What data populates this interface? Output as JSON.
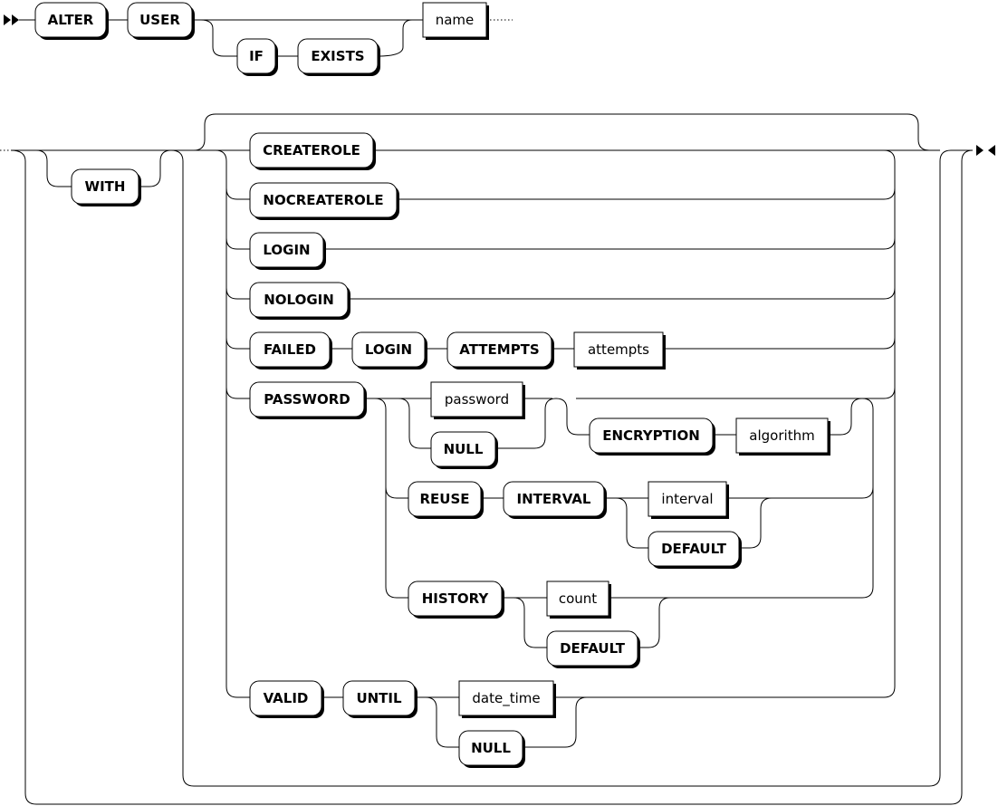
{
  "diagram": {
    "terminals": {
      "alter": "ALTER",
      "user": "USER",
      "if": "IF",
      "exists": "EXISTS",
      "with": "WITH",
      "createrole": "CREATEROLE",
      "nocreaterole": "NOCREATEROLE",
      "login": "LOGIN",
      "nologin": "NOLOGIN",
      "failed": "FAILED",
      "login2": "LOGIN",
      "attempts_kw": "ATTEMPTS",
      "password_kw": "PASSWORD",
      "null1": "NULL",
      "encryption": "ENCRYPTION",
      "reuse": "REUSE",
      "interval_kw": "INTERVAL",
      "default1": "DEFAULT",
      "history": "HISTORY",
      "default2": "DEFAULT",
      "valid": "VALID",
      "until": "UNTIL",
      "null2": "NULL"
    },
    "nonterminals": {
      "name": "name",
      "attempts": "attempts",
      "password": "password",
      "algorithm": "algorithm",
      "interval": "interval",
      "count": "count",
      "date_time": "date_time"
    }
  }
}
